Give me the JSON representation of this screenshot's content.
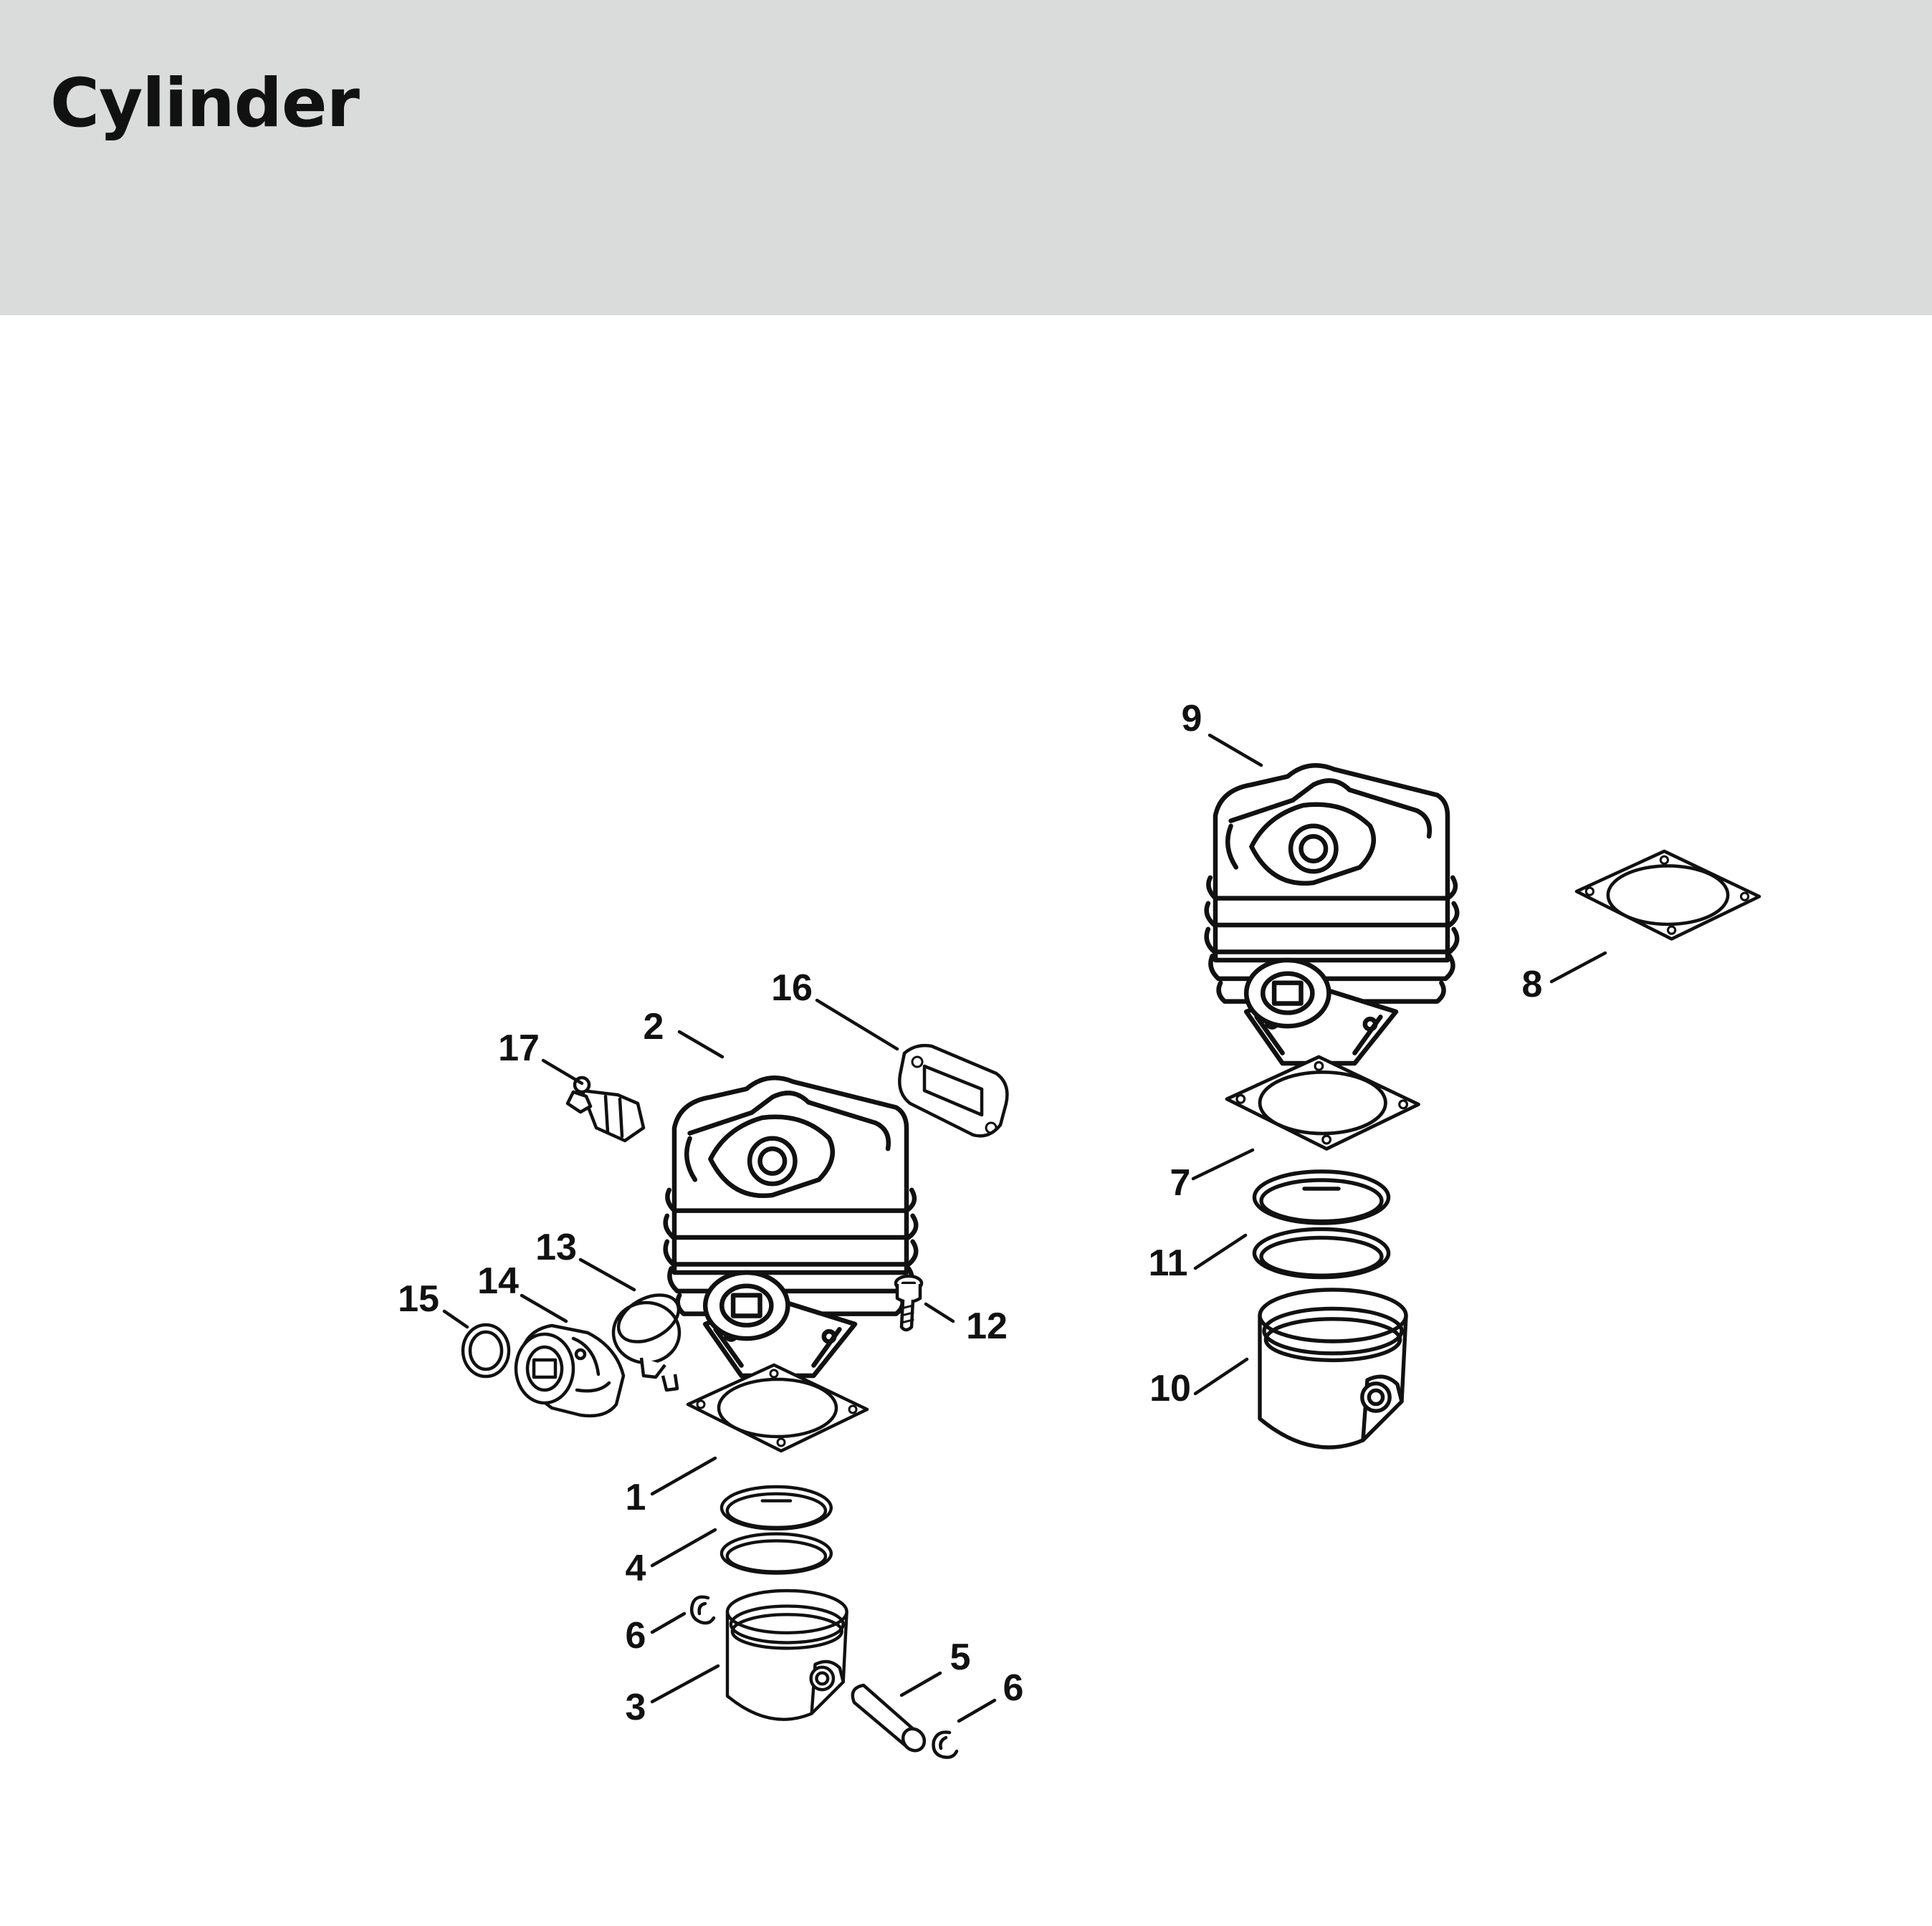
{
  "header": {
    "title": "Cylinder"
  },
  "colors": {
    "header_band": "#dadcdb",
    "ink": "#111111",
    "background": "#ffffff"
  },
  "callouts": [
    {
      "key": "c1",
      "label": "1"
    },
    {
      "key": "c2",
      "label": "2"
    },
    {
      "key": "c3",
      "label": "3"
    },
    {
      "key": "c4",
      "label": "4"
    },
    {
      "key": "c5",
      "label": "5"
    },
    {
      "key": "c6a",
      "label": "6"
    },
    {
      "key": "c6b",
      "label": "6"
    },
    {
      "key": "c7",
      "label": "7"
    },
    {
      "key": "c8",
      "label": "8"
    },
    {
      "key": "c9",
      "label": "9"
    },
    {
      "key": "c10",
      "label": "10"
    },
    {
      "key": "c11",
      "label": "11"
    },
    {
      "key": "c12",
      "label": "12"
    },
    {
      "key": "c13",
      "label": "13"
    },
    {
      "key": "c14",
      "label": "14"
    },
    {
      "key": "c15",
      "label": "15"
    },
    {
      "key": "c16",
      "label": "16"
    },
    {
      "key": "c17",
      "label": "17"
    }
  ]
}
